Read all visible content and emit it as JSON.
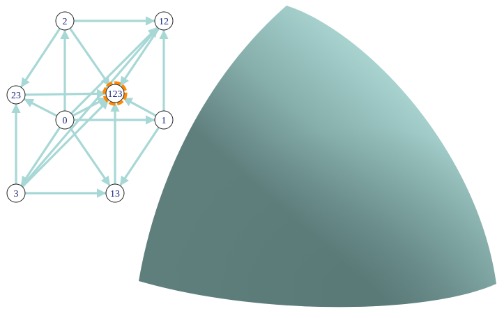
{
  "diagram": {
    "nodes": [
      {
        "id": "2",
        "label": "2"
      },
      {
        "id": "12",
        "label": "12"
      },
      {
        "id": "23",
        "label": "23"
      },
      {
        "id": "123",
        "label": "123",
        "highlighted": true
      },
      {
        "id": "0",
        "label": "0"
      },
      {
        "id": "1",
        "label": "1"
      },
      {
        "id": "3",
        "label": "3"
      },
      {
        "id": "13",
        "label": "13"
      }
    ],
    "edges": [
      {
        "from": "0",
        "to": "1"
      },
      {
        "from": "0",
        "to": "2"
      },
      {
        "from": "0",
        "to": "3"
      },
      {
        "from": "0",
        "to": "12"
      },
      {
        "from": "0",
        "to": "13"
      },
      {
        "from": "0",
        "to": "23"
      },
      {
        "from": "0",
        "to": "123"
      },
      {
        "from": "1",
        "to": "12"
      },
      {
        "from": "1",
        "to": "13"
      },
      {
        "from": "1",
        "to": "123"
      },
      {
        "from": "2",
        "to": "12"
      },
      {
        "from": "2",
        "to": "23"
      },
      {
        "from": "2",
        "to": "123"
      },
      {
        "from": "3",
        "to": "13"
      },
      {
        "from": "3",
        "to": "23"
      },
      {
        "from": "3",
        "to": "123"
      },
      {
        "from": "3",
        "to": "12"
      },
      {
        "from": "12",
        "to": "123"
      },
      {
        "from": "13",
        "to": "123"
      },
      {
        "from": "23",
        "to": "123"
      }
    ]
  },
  "colors": {
    "edge": "#a8d8d6",
    "node_stroke": "#222222",
    "node_fill": "#ffffff",
    "label": "#1a237e",
    "highlight_ring": "#ff8800",
    "surface_light": "#c2f0ec",
    "surface_dark": "#5f7f7d"
  }
}
